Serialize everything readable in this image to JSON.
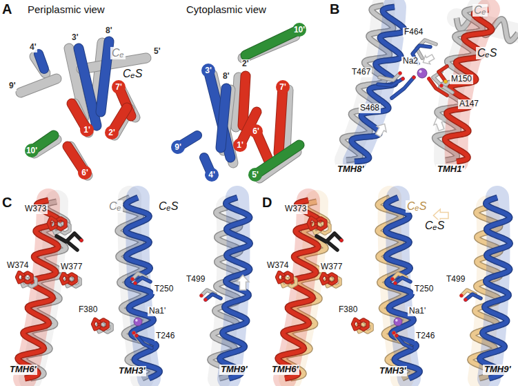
{
  "diagram": {
    "labels": [
      "A",
      "Periplasmic view",
      "Cytoplasmic view",
      "3'",
      "8'",
      "Cₑ",
      "5'",
      "4'",
      "9'",
      "CₑS",
      "7'",
      "1'",
      "2'",
      "10'",
      "6'",
      "10'",
      "2'",
      "3'",
      "8'",
      "7'",
      "6'",
      "1'",
      "9'",
      "4'",
      "5'",
      "B",
      "Cₑ",
      "CₑS",
      "F464",
      "T467",
      "Na2",
      "M150",
      "A147",
      "S468",
      "TMH8'",
      "TMH1'",
      "C",
      "W373",
      "Cₑ",
      "CₑS",
      "W374",
      "W377",
      "T250",
      "F380",
      "Na1'",
      "T246",
      "T499",
      "TMH6'",
      "TMH3'",
      "TMH9'",
      "D",
      "W373",
      "CₑS",
      "CₑS",
      "W374",
      "W377",
      "T250",
      "F380",
      "Na1'",
      "T246",
      "T499",
      "TMH6'",
      "TMH3'",
      "TMH9'"
    ]
  }
}
